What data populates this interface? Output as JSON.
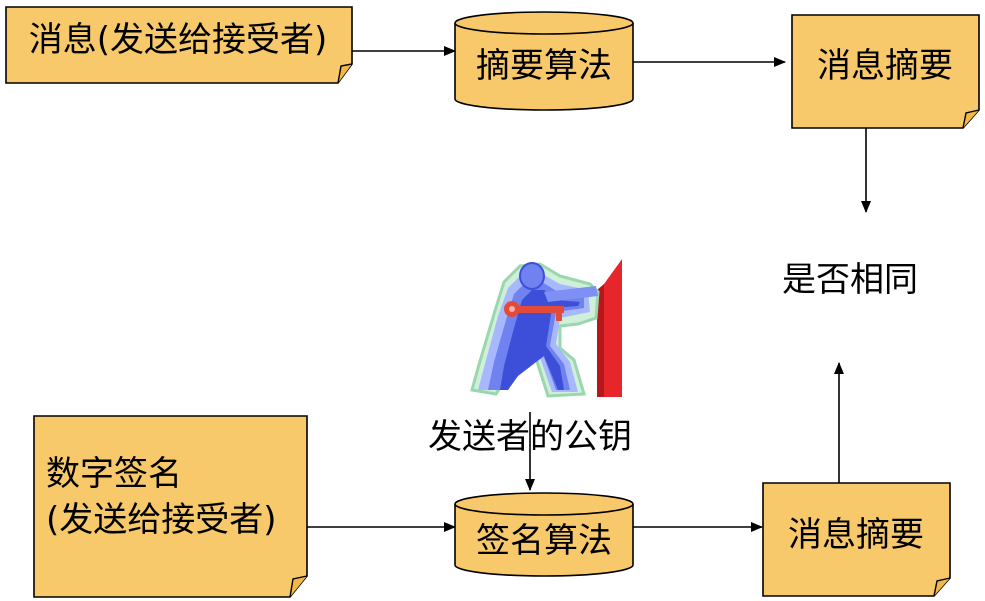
{
  "colors": {
    "node_fill": "#F7C96A",
    "node_stroke": "#000000",
    "edge": "#000000",
    "figure_blue": "#3D4FD8",
    "figure_light": "#A8B8FF",
    "door_red": "#E6262B",
    "key_red": "#E24A3A"
  },
  "nodes": {
    "message_to_receiver": "消息(发送给接受者)",
    "digest_algorithm": "摘要算法",
    "digest_top": "消息摘要",
    "compare": "是否相同",
    "digital_signature_line1": "数字签名",
    "digital_signature_line2": "(发送给接受者)",
    "signature_algorithm": "签名算法",
    "digest_bottom": "消息摘要",
    "sender_public_key": "发送者的公钥"
  },
  "icons": {
    "key_figure": "person-with-key-at-door-icon"
  }
}
